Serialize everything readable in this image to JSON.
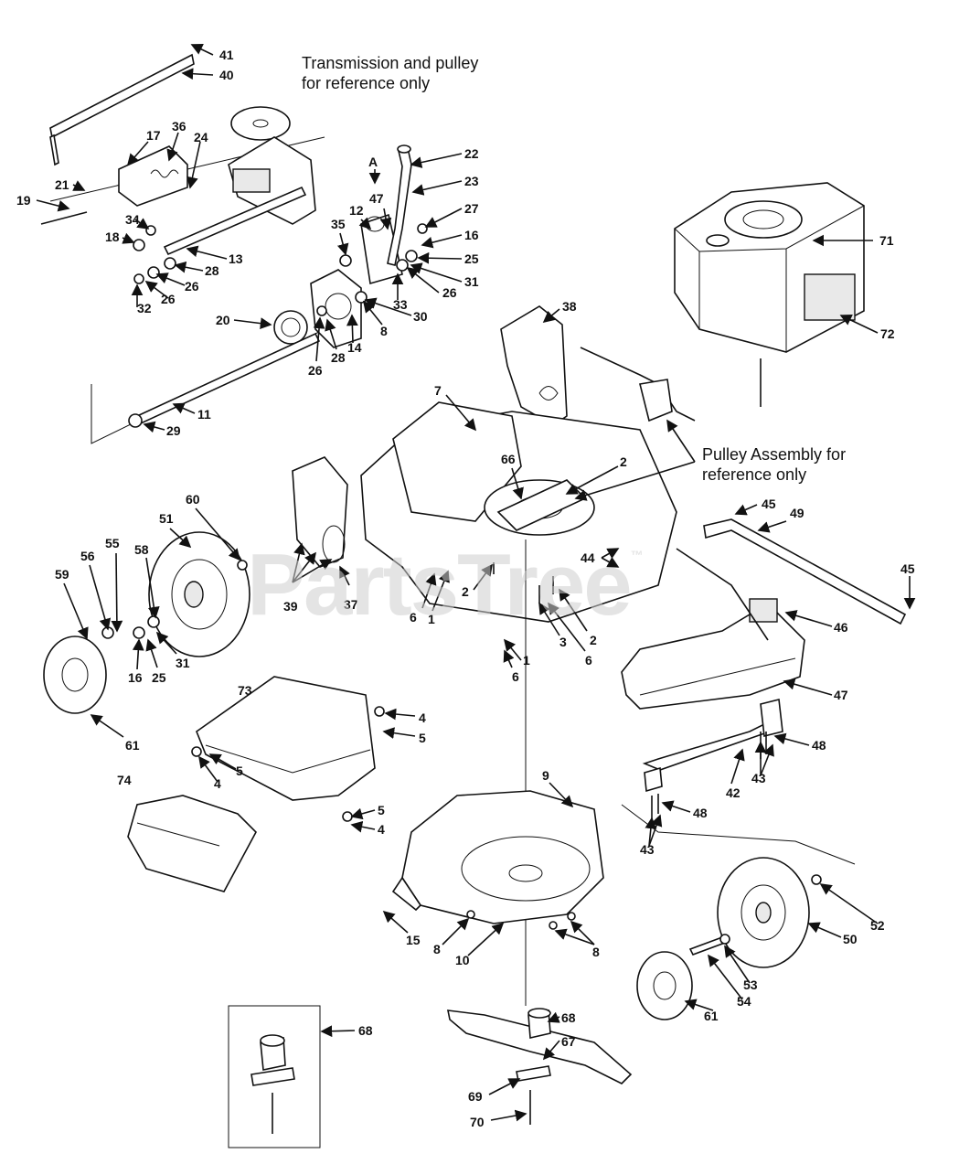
{
  "notes": {
    "transmission": [
      "Transmission and pulley",
      "for reference only"
    ],
    "pulley": [
      "Pulley Assembly for",
      "reference only"
    ]
  },
  "watermark": {
    "text": "PartsTree",
    "tm": "™"
  },
  "callout_letter": "A",
  "labels": [
    {
      "id": "41",
      "t": "41"
    },
    {
      "id": "40",
      "t": "40"
    },
    {
      "id": "17",
      "t": "17"
    },
    {
      "id": "36",
      "t": "36"
    },
    {
      "id": "24",
      "t": "24"
    },
    {
      "id": "21",
      "t": "21"
    },
    {
      "id": "19",
      "t": "19"
    },
    {
      "id": "34",
      "t": "34"
    },
    {
      "id": "18",
      "t": "18"
    },
    {
      "id": "13",
      "t": "13"
    },
    {
      "id": "28a",
      "t": "28"
    },
    {
      "id": "26a",
      "t": "26"
    },
    {
      "id": "26b",
      "t": "26"
    },
    {
      "id": "32",
      "t": "32"
    },
    {
      "id": "22",
      "t": "22"
    },
    {
      "id": "23",
      "t": "23"
    },
    {
      "id": "47a",
      "t": "47"
    },
    {
      "id": "12",
      "t": "12"
    },
    {
      "id": "27",
      "t": "27"
    },
    {
      "id": "16a",
      "t": "16"
    },
    {
      "id": "25a",
      "t": "25"
    },
    {
      "id": "35",
      "t": "35"
    },
    {
      "id": "31a",
      "t": "31"
    },
    {
      "id": "33",
      "t": "33"
    },
    {
      "id": "26c",
      "t": "26"
    },
    {
      "id": "30",
      "t": "30"
    },
    {
      "id": "8a",
      "t": "8"
    },
    {
      "id": "14",
      "t": "14"
    },
    {
      "id": "20",
      "t": "20"
    },
    {
      "id": "26d",
      "t": "26"
    },
    {
      "id": "28b",
      "t": "28"
    },
    {
      "id": "11",
      "t": "11"
    },
    {
      "id": "29",
      "t": "29"
    },
    {
      "id": "71",
      "t": "71"
    },
    {
      "id": "72",
      "t": "72"
    },
    {
      "id": "38",
      "t": "38"
    },
    {
      "id": "7",
      "t": "7"
    },
    {
      "id": "66",
      "t": "66"
    },
    {
      "id": "2a",
      "t": "2"
    },
    {
      "id": "60",
      "t": "60"
    },
    {
      "id": "51",
      "t": "51"
    },
    {
      "id": "58",
      "t": "58"
    },
    {
      "id": "55",
      "t": "55"
    },
    {
      "id": "56",
      "t": "56"
    },
    {
      "id": "59",
      "t": "59"
    },
    {
      "id": "39",
      "t": "39"
    },
    {
      "id": "37",
      "t": "37"
    },
    {
      "id": "2b",
      "t": "2"
    },
    {
      "id": "6a",
      "t": "6"
    },
    {
      "id": "1a",
      "t": "1"
    },
    {
      "id": "3",
      "t": "3"
    },
    {
      "id": "2c",
      "t": "2"
    },
    {
      "id": "6b",
      "t": "6"
    },
    {
      "id": "45a",
      "t": "45"
    },
    {
      "id": "49",
      "t": "49"
    },
    {
      "id": "44",
      "t": "44"
    },
    {
      "id": "45b",
      "t": "45"
    },
    {
      "id": "46",
      "t": "46"
    },
    {
      "id": "16b",
      "t": "16"
    },
    {
      "id": "25b",
      "t": "25"
    },
    {
      "id": "31b",
      "t": "31"
    },
    {
      "id": "61a",
      "t": "61"
    },
    {
      "id": "1b",
      "t": "1"
    },
    {
      "id": "6c",
      "t": "6"
    },
    {
      "id": "47b",
      "t": "47"
    },
    {
      "id": "73",
      "t": "73"
    },
    {
      "id": "4a",
      "t": "4"
    },
    {
      "id": "5a",
      "t": "5"
    },
    {
      "id": "5b",
      "t": "5"
    },
    {
      "id": "4b",
      "t": "4"
    },
    {
      "id": "48a",
      "t": "48"
    },
    {
      "id": "43a",
      "t": "43"
    },
    {
      "id": "42",
      "t": "42"
    },
    {
      "id": "9",
      "t": "9"
    },
    {
      "id": "74",
      "t": "74"
    },
    {
      "id": "5c",
      "t": "5"
    },
    {
      "id": "4c",
      "t": "4"
    },
    {
      "id": "48b",
      "t": "48"
    },
    {
      "id": "43b",
      "t": "43"
    },
    {
      "id": "52",
      "t": "52"
    },
    {
      "id": "15",
      "t": "15"
    },
    {
      "id": "8b",
      "t": "8"
    },
    {
      "id": "10",
      "t": "10"
    },
    {
      "id": "8c",
      "t": "8"
    },
    {
      "id": "50",
      "t": "50"
    },
    {
      "id": "53",
      "t": "53"
    },
    {
      "id": "54",
      "t": "54"
    },
    {
      "id": "61b",
      "t": "61"
    },
    {
      "id": "68a",
      "t": "68"
    },
    {
      "id": "68b",
      "t": "68"
    },
    {
      "id": "67",
      "t": "67"
    },
    {
      "id": "69",
      "t": "69"
    },
    {
      "id": "70",
      "t": "70"
    }
  ]
}
